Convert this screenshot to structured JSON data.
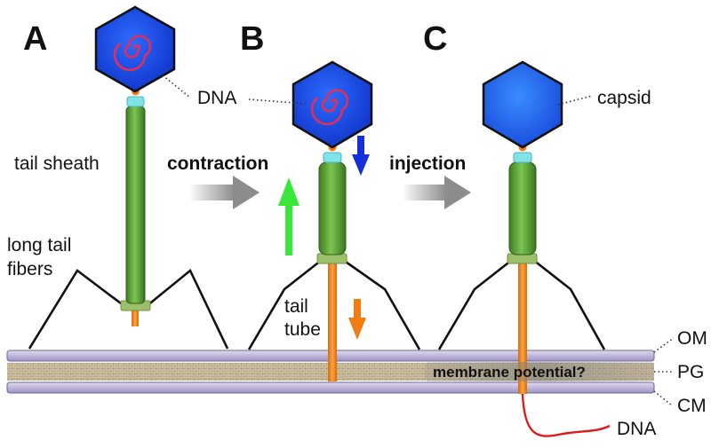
{
  "panels": {
    "a": "A",
    "b": "B",
    "c": "C"
  },
  "labels": {
    "dna_top": "DNA",
    "capsid": "capsid",
    "tail_sheath": "tail sheath",
    "long_tail_fibers_line1": "long tail",
    "long_tail_fibers_line2": "fibers",
    "tail_tube_line1": "tail",
    "tail_tube_line2": "tube",
    "om": "OM",
    "pg": "PG",
    "cm": "CM",
    "membrane_potential": "membrane potential?",
    "dna_bottom": "DNA"
  },
  "steps": {
    "contraction": "contraction",
    "injection": "injection"
  },
  "colors": {
    "capsid_fill": "#1a3fe0",
    "capsid_fill_c": "#1f5ff0",
    "dna_spiral": "#e0305a",
    "sheath": "#5fa83c",
    "baseplate": "#9cc06a",
    "tube": "#f08a1a",
    "collar": "#7fe3e8",
    "arrow_up_green": "#39e63a",
    "arrow_down_blue": "#1530d8",
    "arrow_down_orange": "#f07c12",
    "membrane": "#b5acd4",
    "peptidoglycan": "#c8b89a",
    "injected_dna": "#e01a1a"
  }
}
